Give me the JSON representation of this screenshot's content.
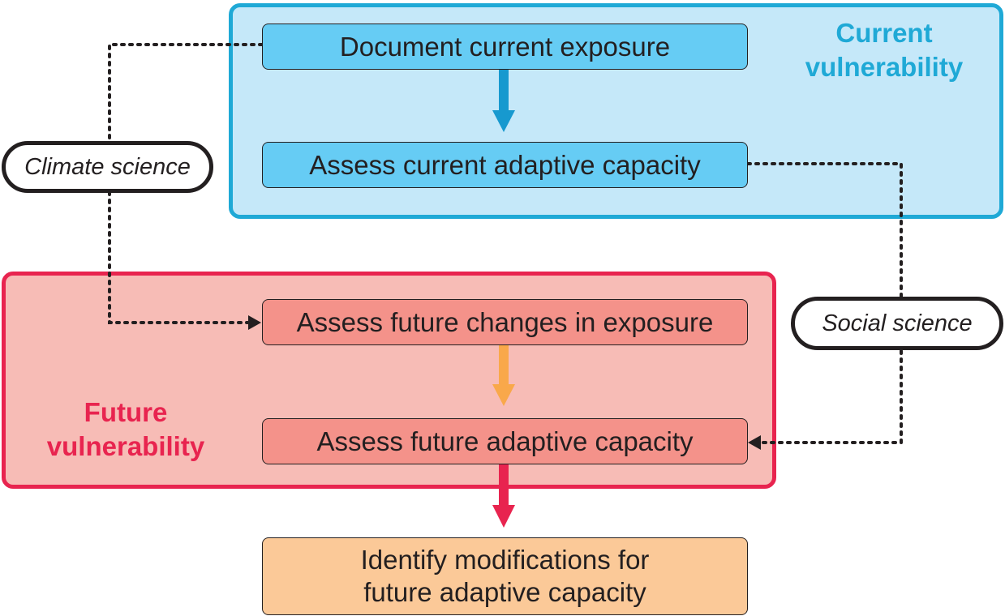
{
  "groups": {
    "current": {
      "label": "Current\nvulnerability",
      "color": "#1fa9d6",
      "fill": "#c5e8f9"
    },
    "future": {
      "label": "Future\nvulnerability",
      "color": "#e8244f",
      "fill": "#f7bcb6"
    }
  },
  "steps": {
    "document_exposure": "Document current exposure",
    "assess_current_capacity": "Assess current adaptive capacity",
    "assess_future_exposure": "Assess future changes in exposure",
    "assess_future_capacity": "Assess future adaptive capacity",
    "identify_modifications": "Identify modifications for\nfuture adaptive capacity"
  },
  "sources": {
    "climate_science": "Climate science",
    "social_science": "Social science"
  },
  "colors": {
    "arrow_blue": "#1799cf",
    "arrow_orange": "#f9a84a",
    "arrow_red": "#e8244f",
    "dotted_line": "#231f20"
  }
}
